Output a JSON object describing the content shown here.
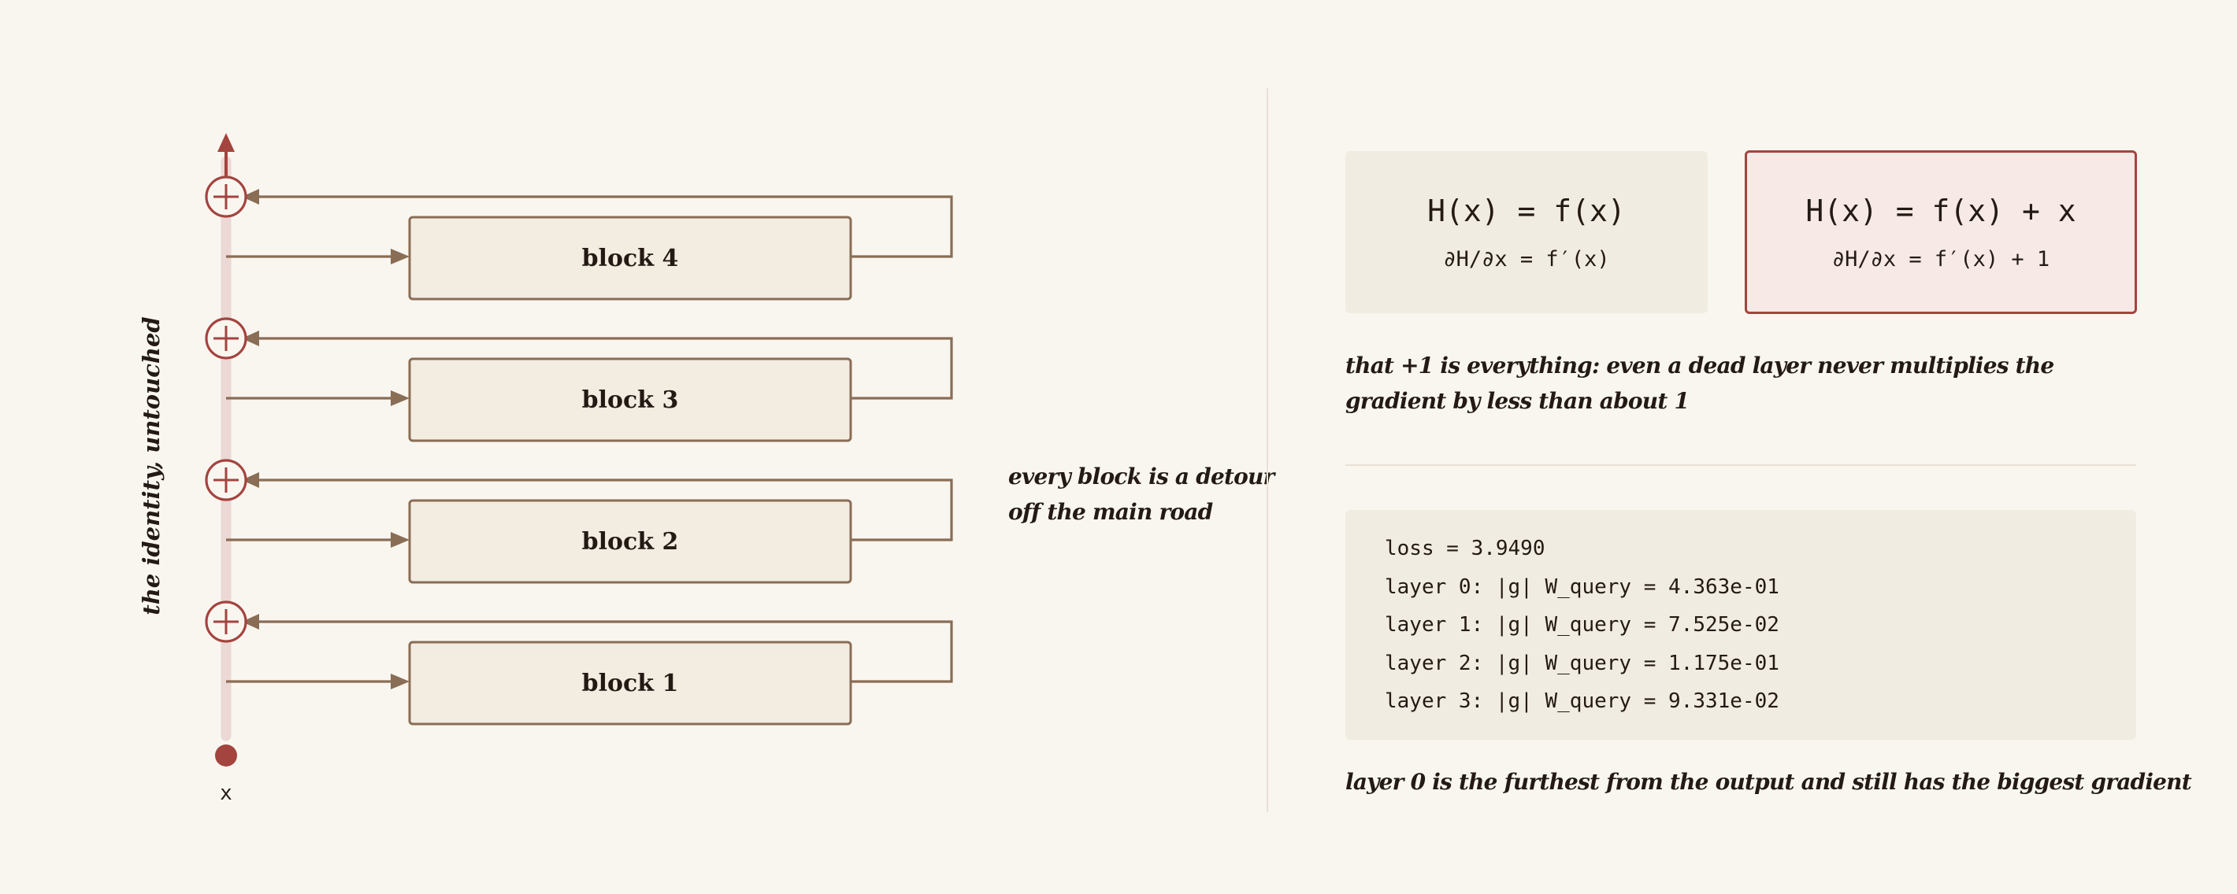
{
  "diagram": {
    "blocks": [
      "block 4",
      "block 3",
      "block 2",
      "block 1"
    ],
    "input_label": "x",
    "trunk_label": "the identity, untouched",
    "detour_note": [
      "every block is a detour",
      "off the main road"
    ],
    "colors": {
      "accent": "#a4443f",
      "wire": "#8a6d55",
      "block_fill": "#f2ece1",
      "trunk": "#ecd8d4"
    }
  },
  "equations": {
    "plain": {
      "main": "H(x) = f(x)",
      "derivative": "∂H/∂x = f′(x)"
    },
    "residual": {
      "main": "H(x) = f(x) + x",
      "derivative": "∂H/∂x = f′(x) + 1"
    }
  },
  "insight_note": [
    "that +1 is everything: even a dead layer never multiplies the",
    "gradient by less than about 1"
  ],
  "gradients": {
    "loss": "loss = 3.9490",
    "layers": [
      "layer 0: |g| W_query = 4.363e-01",
      "layer 1: |g| W_query = 7.525e-02",
      "layer 2: |g| W_query = 1.175e-01",
      "layer 3: |g| W_query = 9.331e-02"
    ]
  },
  "conclusion_note": "layer 0 is the furthest from the output and still has the biggest gradient"
}
